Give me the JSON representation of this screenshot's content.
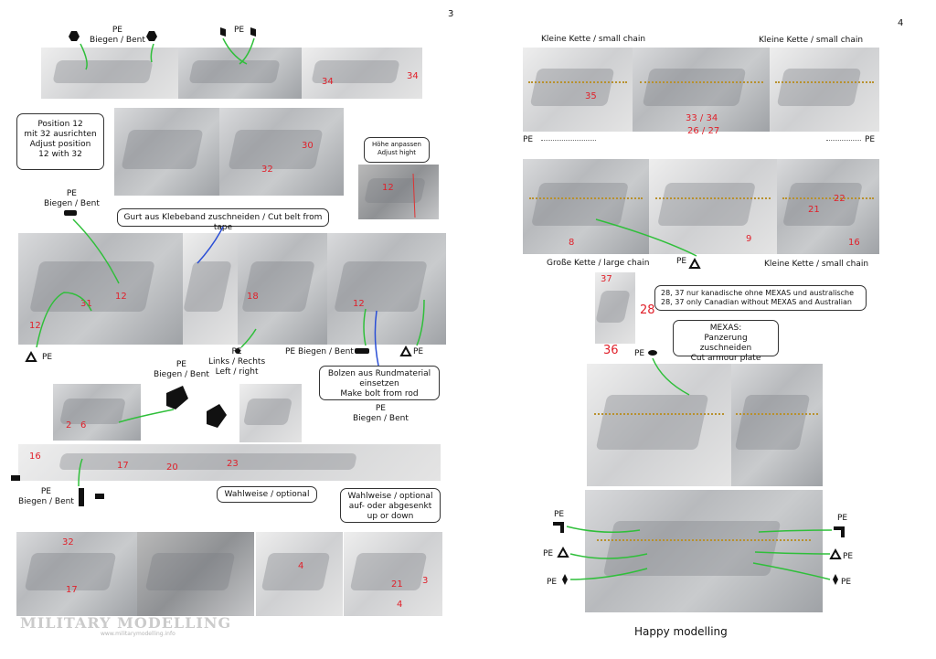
{
  "pages": {
    "left": {
      "number": "3",
      "labels": {
        "pe_bent_top": [
          "PE",
          "Biegen / Bent"
        ],
        "pe_top": "PE",
        "pe_bent_mid": [
          "PE",
          "Biegen / Bent"
        ],
        "pe_a": "PE",
        "pe_links": [
          "PE",
          "Links / Rechts",
          "Left / right"
        ],
        "pe_bent_row": "PE Biegen / Bent",
        "pe_b": "PE",
        "pe_bent_lower": [
          "PE",
          "Biegen / Bent"
        ],
        "pe_bent_lower2": [
          "PE",
          "Biegen / Bent"
        ],
        "pe_bent_bottom": [
          "PE",
          "Biegen / Bent"
        ]
      },
      "boxes": {
        "position": [
          "Position 12",
          "mit 32 ausrichten",
          "Adjust position",
          "12 with 32"
        ],
        "height": [
          "Höhe anpassen",
          "Adjust hight"
        ],
        "belt": [
          "Gurt aus Klebeband zuschneiden / Cut belt from tape"
        ],
        "bolt": [
          "Bolzen aus Rundmaterial",
          "einsetzen",
          "Make bolt from rod"
        ],
        "optional": [
          "Wahlweise / optional"
        ],
        "optional2": [
          "Wahlweise / optional",
          "auf- oder abgesenkt",
          "up or down"
        ]
      },
      "part_numbers": [
        "34",
        "34",
        "30",
        "32",
        "12",
        "12",
        "31",
        "12",
        "18",
        "12",
        "2",
        "6",
        "16",
        "17",
        "20",
        "23",
        "32",
        "17",
        "4",
        "21",
        "3",
        "4"
      ],
      "watermark": "MILITARY MODELLING",
      "watermark_small": "www.militarymodelling.info"
    },
    "right": {
      "number": "4",
      "labels": {
        "small_chain_1": "Kleine Kette / small chain",
        "small_chain_2": "Kleine Kette / small chain",
        "pe_left": "PE",
        "pe_right": "PE",
        "large_chain": "Große Kette / large chain",
        "pe_mid": "PE",
        "small_chain_3": "Kleine Kette / small chain",
        "pe_mexas": "PE",
        "pe_l1": "PE",
        "pe_l2": "PE",
        "pe_l3": "PE",
        "pe_r1": "PE",
        "pe_r2": "PE",
        "pe_r3": "PE"
      },
      "boxes": {
        "canadian": [
          "28, 37 nur kanadische ohne MEXAS und australische",
          "28, 37 only Canadian without MEXAS and Australian"
        ],
        "mexas": [
          "MEXAS:",
          "Panzerung zuschneiden",
          "Cut armour plate"
        ]
      },
      "part_numbers": {
        "p35": "35",
        "p33_34": "33 / 34",
        "p26_27": "26 / 27",
        "p22": "22",
        "p21": "21",
        "p16": "16",
        "p8": "8",
        "p9": "9",
        "p37": "37",
        "p28": "28",
        "p36": "36"
      },
      "footer": "Happy modelling"
    }
  },
  "colors": {
    "arrow_green": "#2fbf3a",
    "arrow_blue": "#2b4fd6",
    "part_red": "#e0202a",
    "chain_gold": "#b8912e"
  }
}
